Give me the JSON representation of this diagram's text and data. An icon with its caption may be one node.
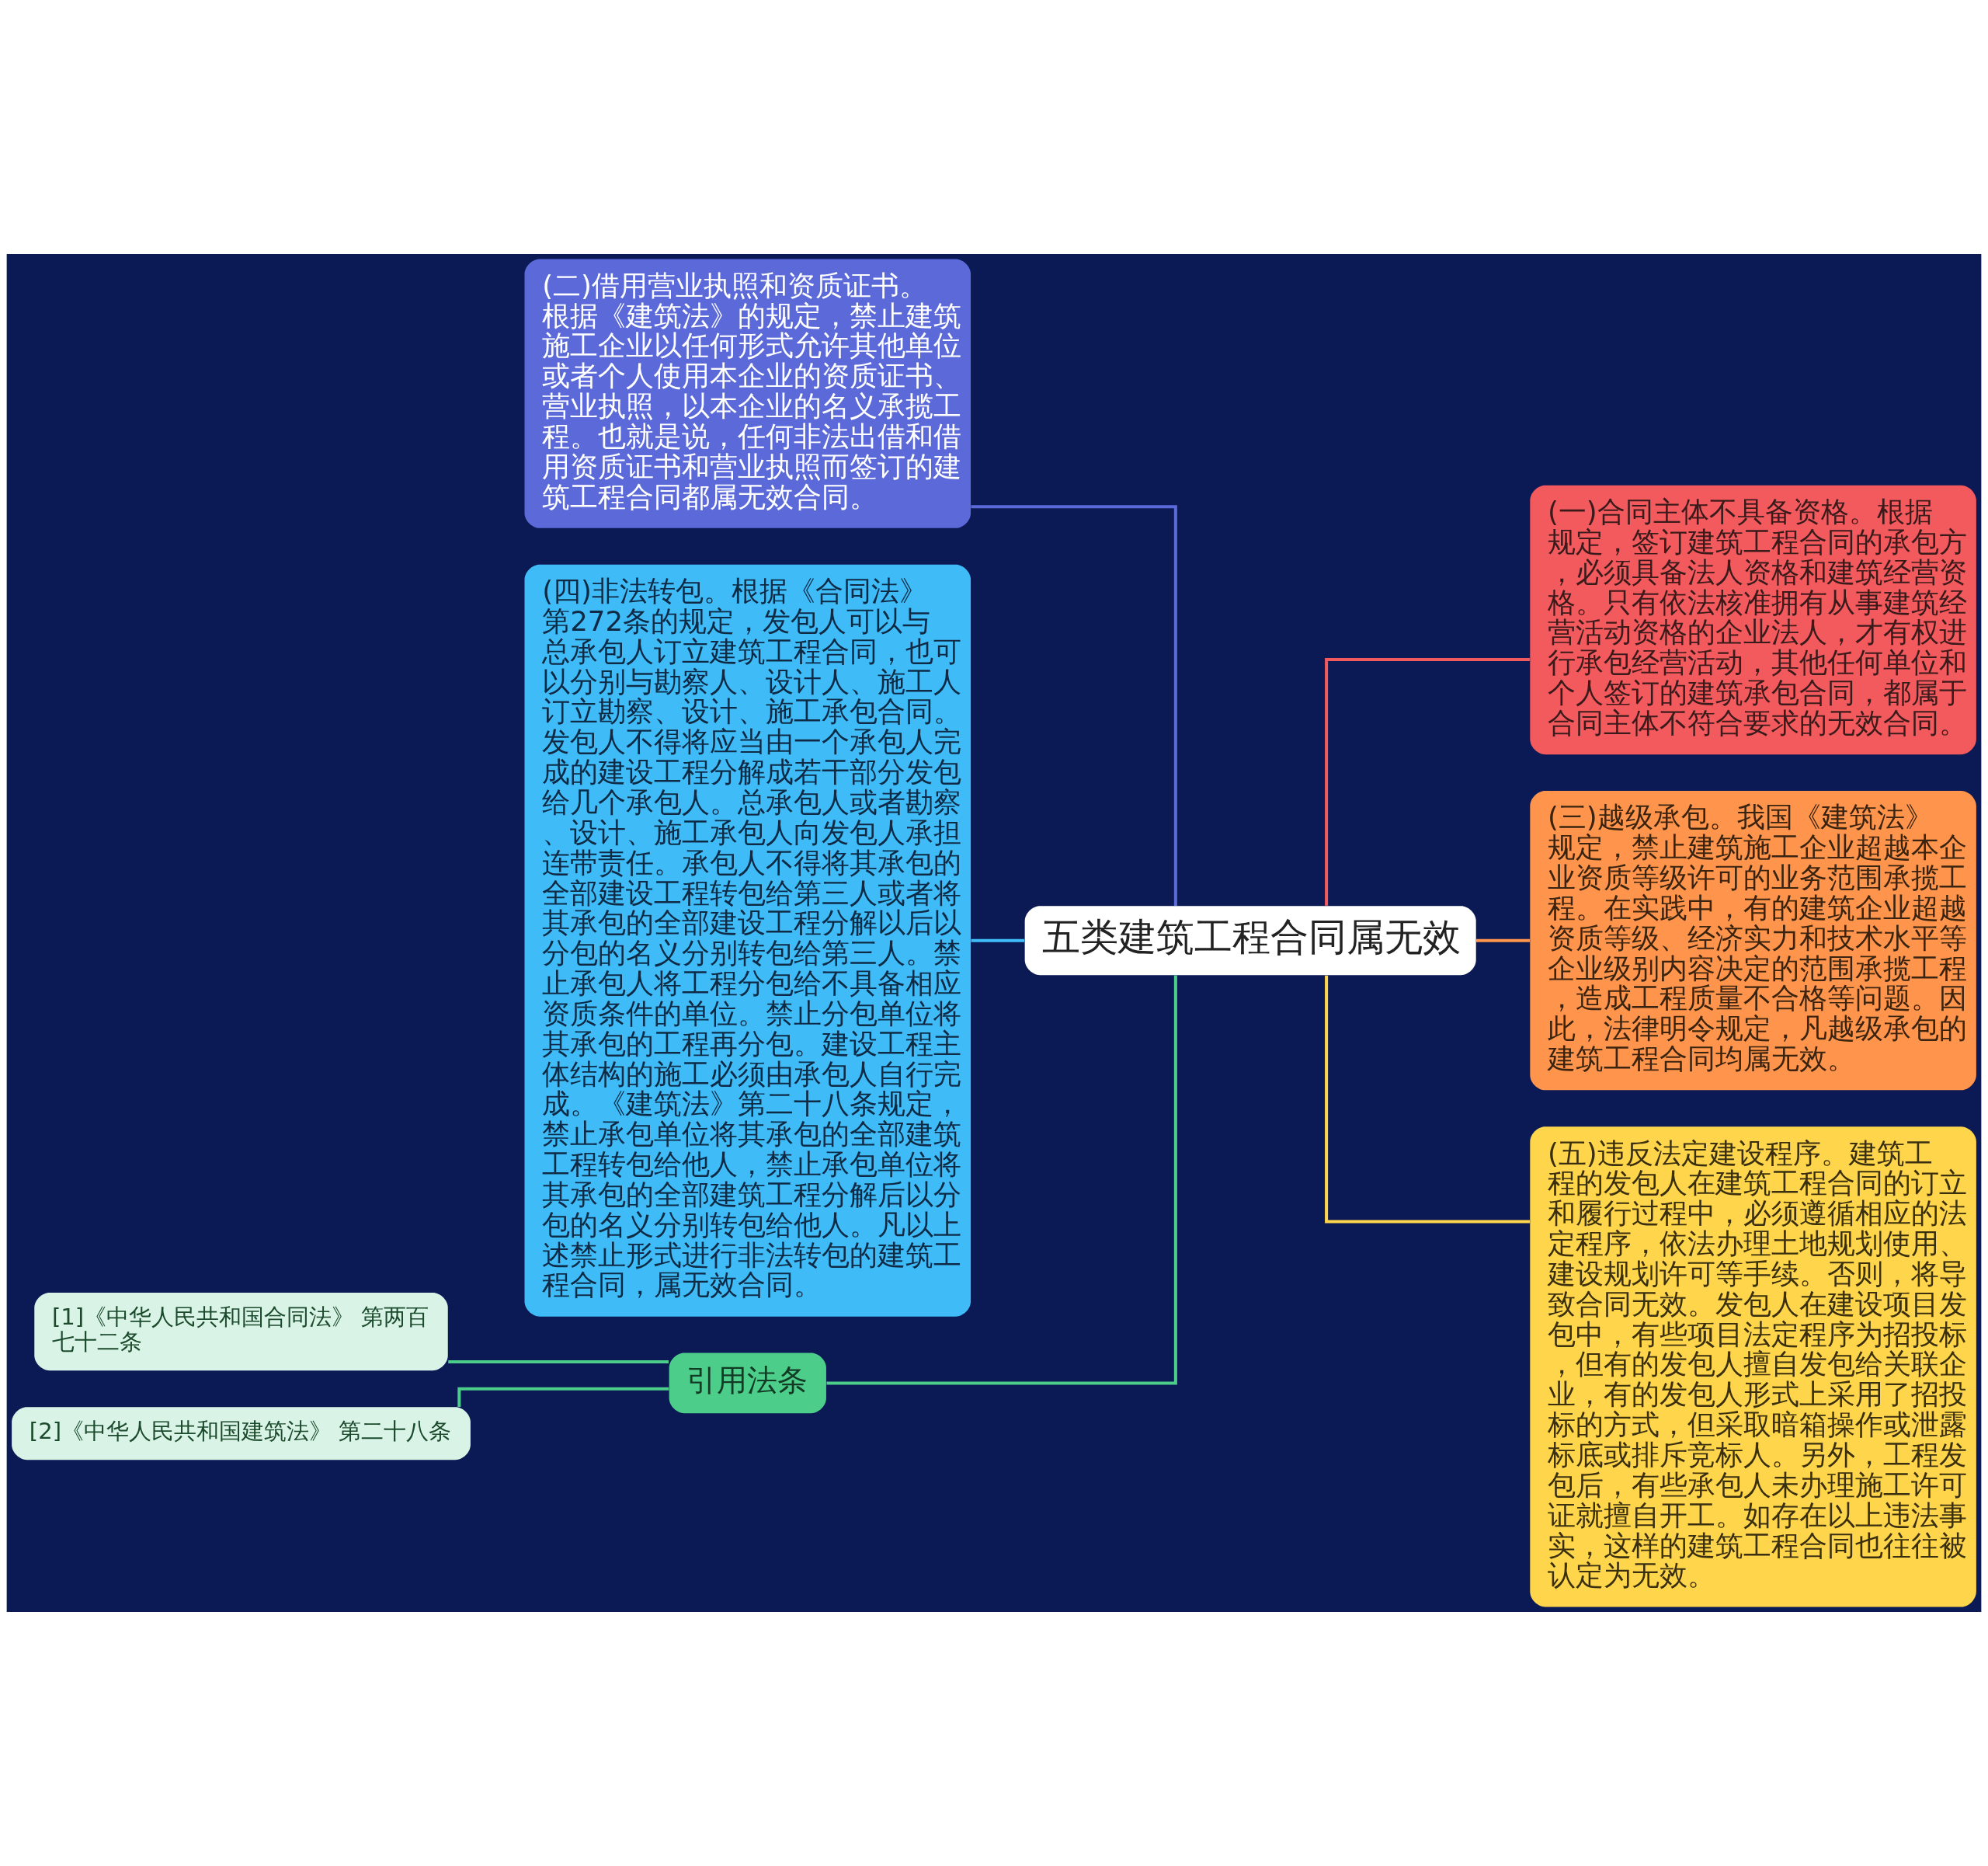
{
  "diagram": {
    "nodes": [
      {
        "text": [
          "五类建筑工程合同属无效"
        ]
      },
      {
        "text": [
          "(一)合同主体不具备资格。根据规定，签订建筑工程合同的承包方，必须具备法人资格和建筑经营资格。只有依法核准拥有从事建筑经营活动资格的企业法人，才有权进行承包经营活动，其他任何单位和个人签订的建筑承包合同，都属于合同主体不符合要求的无效合同。"
        ]
      },
      {
        "text": [
          "(二)借用营业执照和资质证书。根据《建筑法》的规定，禁止建筑施工企业以任何形式允许其他单位或者个人使用本企业的资质证书、营业执照，以本企业的名义承揽工程。也就是说，任何非法出借和借用资质证书和营业执照而签订的建筑工程合同都属无效合同。"
        ]
      },
      {
        "text": [
          "(三)越级承包。我国《建筑法》规定，禁止建筑施工企业超越本企业资质等级许可的业务范围承揽工程。在实践中，有的建筑企业超越资质等级、经济实力和技术水平等企业级别内容决定的范围承揽工程，造成工程质量不合格等问题。因此，法律明令规定，凡越级承包的建筑工程合同均属无效。"
        ]
      },
      {
        "text": [
          "(四)非法转包。根据《合同法》第272条的规定，发包人可以与总承包人订立建筑工程合同，也可以分别与勘察人、设计人、施工人订立勘察、设计、施工承包合同。发包人不得将应当由一个承包人完成的建设工程分解成若干部分发包给几个承包人。总承包人或者勘察、设计、施工承包人向发包人承担连带责任。承包人不得将其承包的全部建设工程转包给第三人或者将其承包的全部建设工程分解以后以分包的名义分别转包给第三人。禁止承包人将工程分包给不具备相应资质条件的单位。禁止分包单位将其承包的工程再分包。建设工程主体结构的施工必须由承包人自行完成。《建筑法》第二十八条规定，禁止承包单位将其承包的全部建筑工程转包给他人，禁止承包单位将其承包的全部建筑工程分解后以分包的名义分别转包给他人。凡以上述禁止形式进行非法转包的建筑工程合同，属无效合同。"
        ]
      },
      {
        "text": [
          "(五)违反法定建设程序。建筑工程的发包人在建筑工程合同的订立和履行过程中，必须遵循相应的法定程序，依法办理土地规划使用、建设规划许可等手续。否则，将导致合同无效。发包人在建设项目发包中，有些项目法定程序为招投标，但有的发包人擅自发包给关联企业，有的发包人形式上采用了招投标的方式，但采取暗箱操作或泄露标底或排斥竞标人。另外，工程发包后，有些承包人未办理施工许可证就擅自开工。如存在以上违法事实，这样的建筑工程合同也往往被认定为无效。"
        ]
      },
      {
        "text": [
          "引用法条"
        ]
      },
      {
        "text": [
          "[1]《中华人民共和国合同法》 第两百七十二条"
        ]
      },
      {
        "text": [
          "[2]《中华人民共和国建筑法》 第二十八条"
        ]
      }
    ],
    "edges": [
      {
        "from": 2,
        "to": 0,
        "arrow": "none",
        "color": "#5b6ad8"
      },
      {
        "from": 4,
        "to": 0,
        "arrow": "none",
        "color": "#3fbcf8"
      },
      {
        "from": 6,
        "to": 0,
        "arrow": "none",
        "color": "#4cce8a"
      },
      {
        "from": 7,
        "to": 6,
        "arrow": "none",
        "color": "#4cce8a"
      },
      {
        "from": 8,
        "to": 6,
        "arrow": "none",
        "color": "#4cce8a"
      },
      {
        "from": 0,
        "to": 1,
        "arrow": "none",
        "color": "#f25a5e"
      },
      {
        "from": 0,
        "to": 3,
        "arrow": "none",
        "color": "#ff944c"
      },
      {
        "from": 0,
        "to": 5,
        "arrow": "none",
        "color": "#ffd54c"
      }
    ]
  }
}
